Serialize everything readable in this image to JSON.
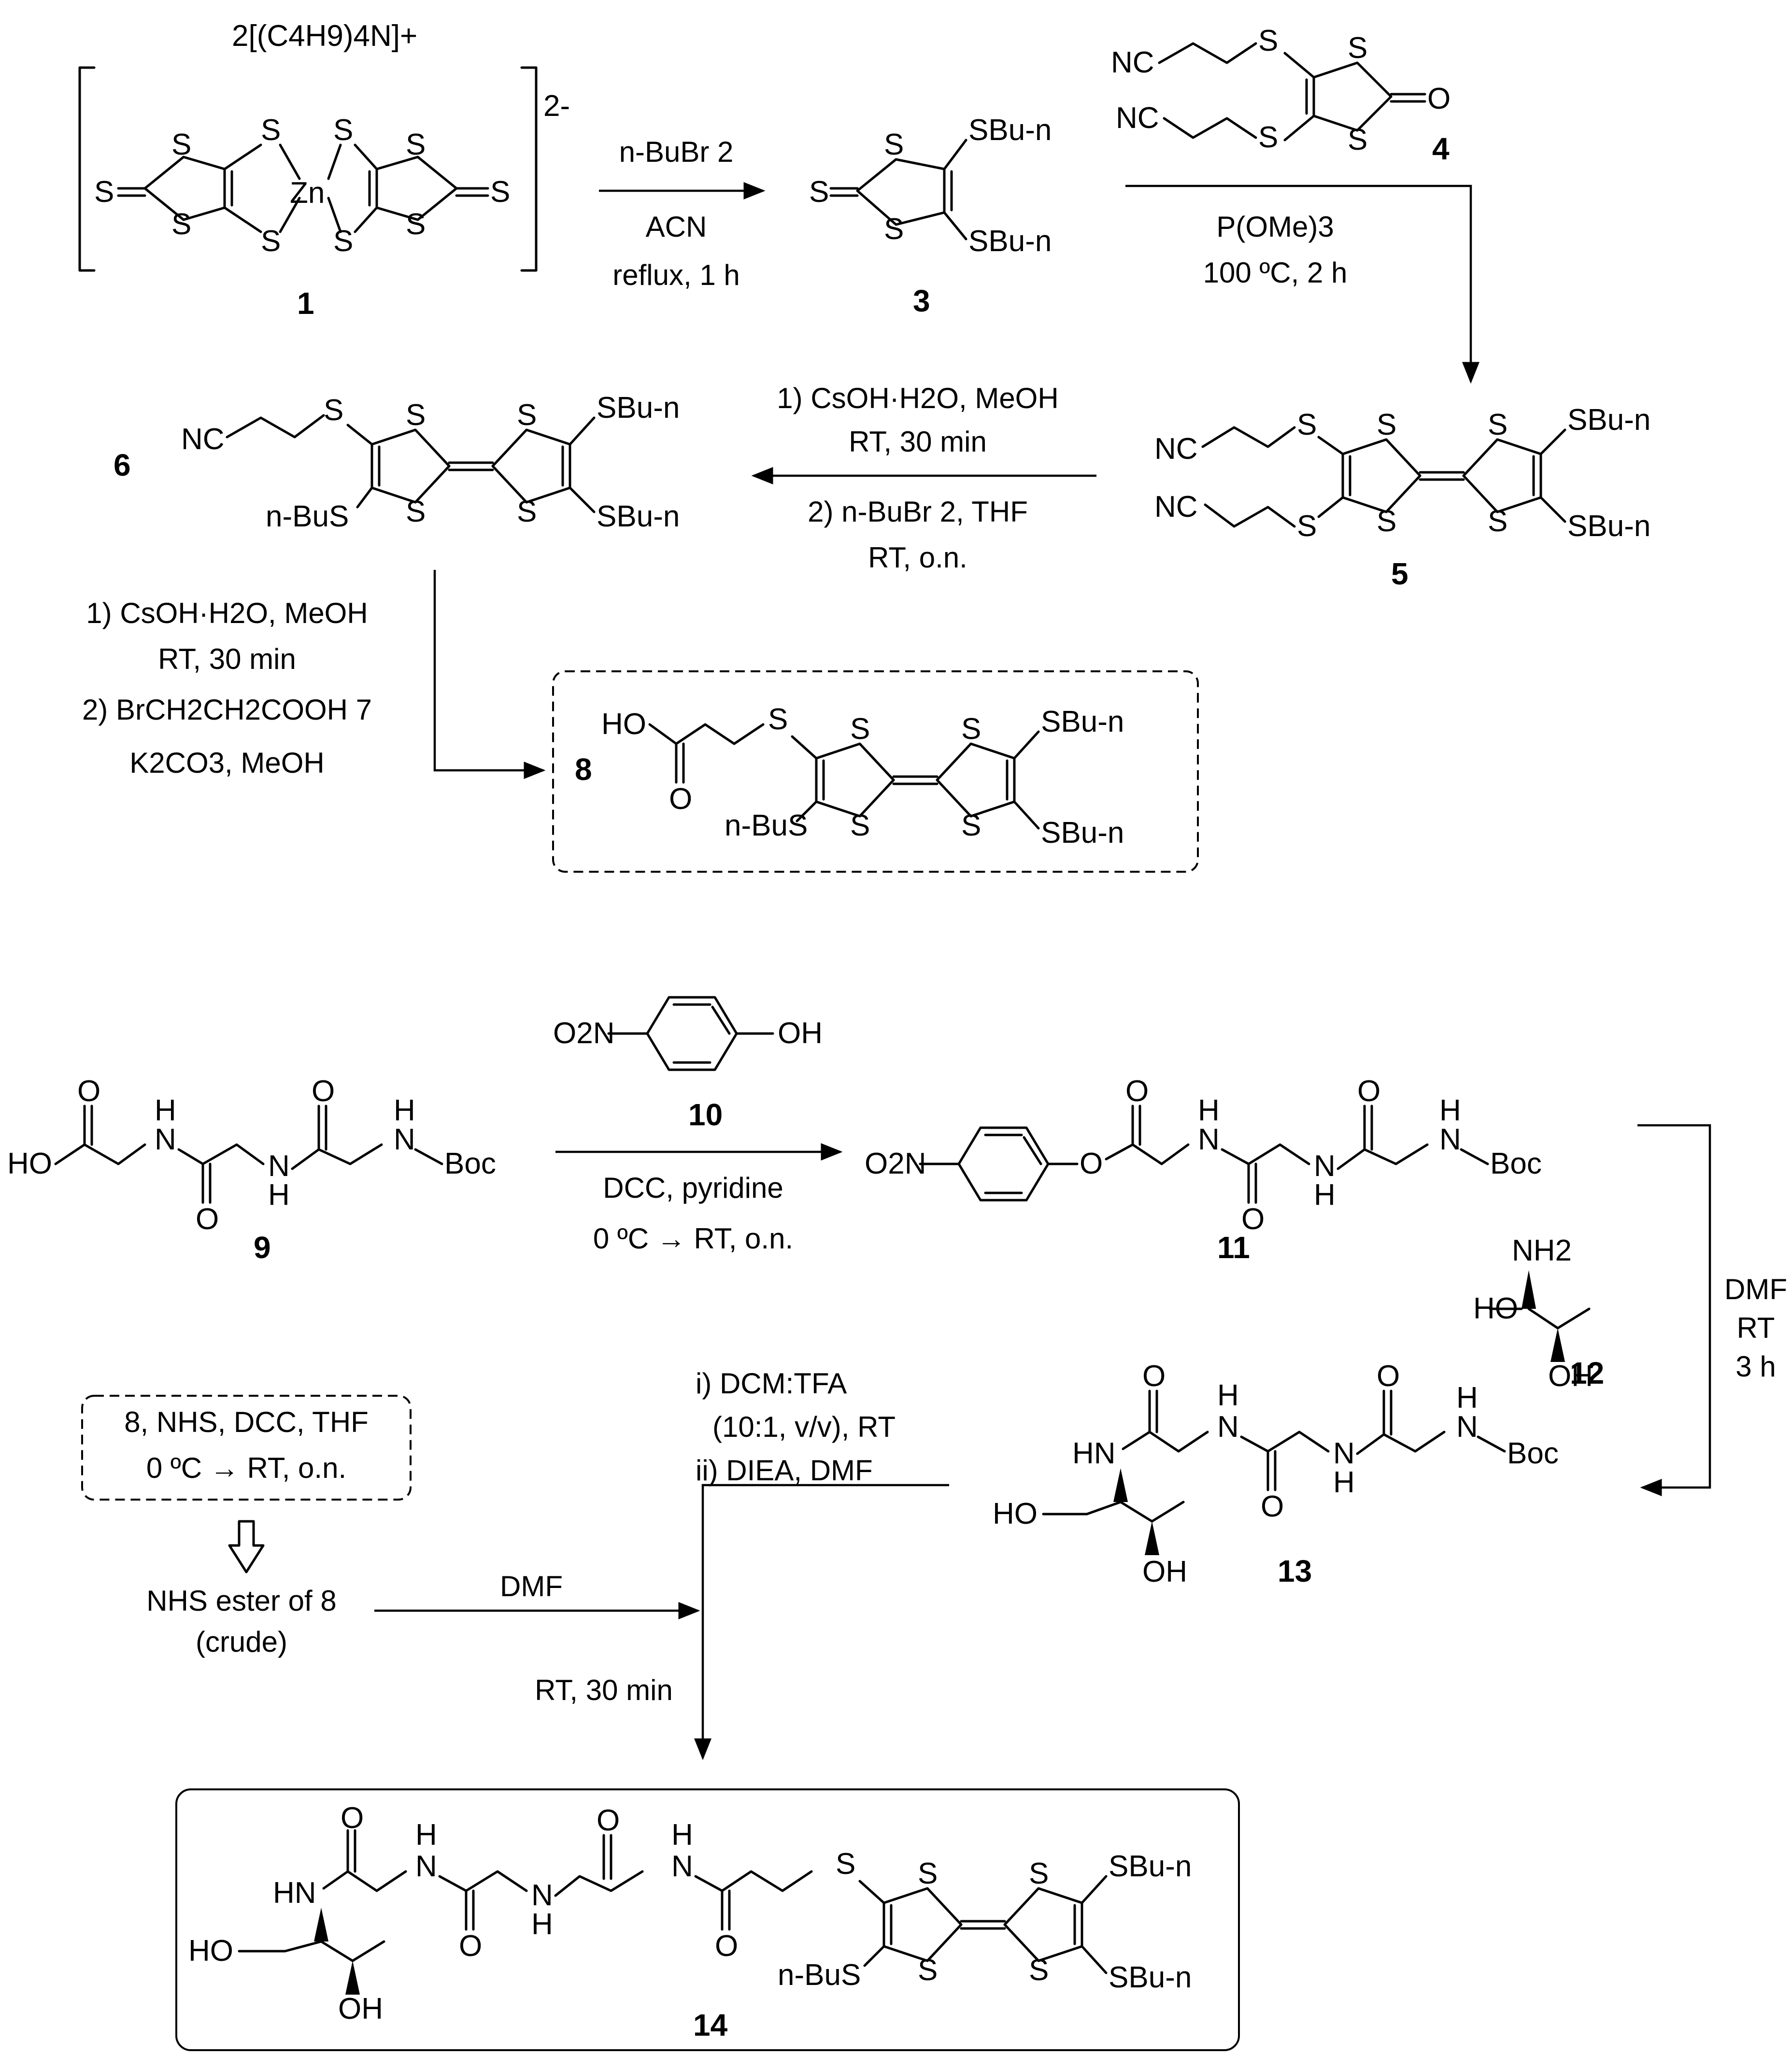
{
  "compounds": {
    "c1": {
      "number": "1",
      "counter_ion": "2[(C4H9)4N]+",
      "charge": "2-",
      "atoms": {
        "S": "S",
        "Zn": "Zn"
      }
    },
    "c2_reagent": {
      "name": "n-BuBr",
      "number": "2"
    },
    "c3": {
      "number": "3",
      "sub_top": "SBu-n",
      "sub_bottom": "SBu-n"
    },
    "c4": {
      "number": "4",
      "nc": "NC",
      "o": "O"
    },
    "c5": {
      "number": "5",
      "nc": "NC",
      "sub_top": "SBu-n",
      "sub_bottom": "SBu-n"
    },
    "c6": {
      "number": "6",
      "nc": "NC",
      "sub_left": "n-BuS",
      "sub_top": "SBu-n",
      "sub_bottom": "SBu-n"
    },
    "c7_reagent": {
      "formula": "BrCH2CH2COOH",
      "number": "7"
    },
    "c8": {
      "number": "8",
      "ho": "HO",
      "o": "O",
      "sub_left": "n-BuS",
      "sub_top": "SBu-n",
      "sub_bottom": "SBu-n"
    },
    "c9": {
      "number": "9",
      "ho": "HO",
      "boc": "Boc",
      "h": "H",
      "n": "N",
      "o": "O"
    },
    "c10": {
      "number": "10",
      "o2n": "O2N",
      "oh": "OH"
    },
    "c11": {
      "number": "11",
      "o2n": "O2N",
      "boc": "Boc"
    },
    "c12": {
      "number": "12",
      "nh2": "NH2",
      "ho": "HO",
      "oh": "OH"
    },
    "c13": {
      "number": "13",
      "hn": "HN",
      "ho": "HO",
      "oh": "OH",
      "boc": "Boc"
    },
    "c14": {
      "number": "14",
      "hn": "HN",
      "ho": "HO",
      "oh": "OH",
      "sub_left": "n-BuS",
      "sub_top": "SBu-n",
      "sub_bottom": "SBu-n"
    }
  },
  "conditions": {
    "step_1_3": [
      "n-BuBr 2",
      "ACN",
      "reflux, 1 h"
    ],
    "step_3_5": [
      "P(OMe)3",
      "100 ºC, 2 h"
    ],
    "step_5_6": [
      "1) CsOH·H2O, MeOH",
      "RT, 30 min",
      "2) n-BuBr 2, THF",
      "RT, o.n."
    ],
    "step_6_8": [
      "1) CsOH·H2O, MeOH",
      "RT, 30 min",
      "2) BrCH2CH2COOH 7",
      "K2CO3, MeOH"
    ],
    "step_9_11": [
      "DCC, pyridine",
      "0 ºC → RT, o.n."
    ],
    "step_11_13": [
      "DMF",
      "RT",
      "3 h"
    ],
    "nhs_activation": [
      "8, NHS, DCC, THF",
      "0 ºC → RT, o.n."
    ],
    "nhs_product": [
      "NHS ester of 8",
      "(crude)"
    ],
    "deprotection": [
      "i) DCM:TFA",
      "(10:1, v/v), RT",
      "ii) DIEA, DMF"
    ],
    "coupling_solvent": "DMF",
    "final_step": "RT, 30 min"
  }
}
